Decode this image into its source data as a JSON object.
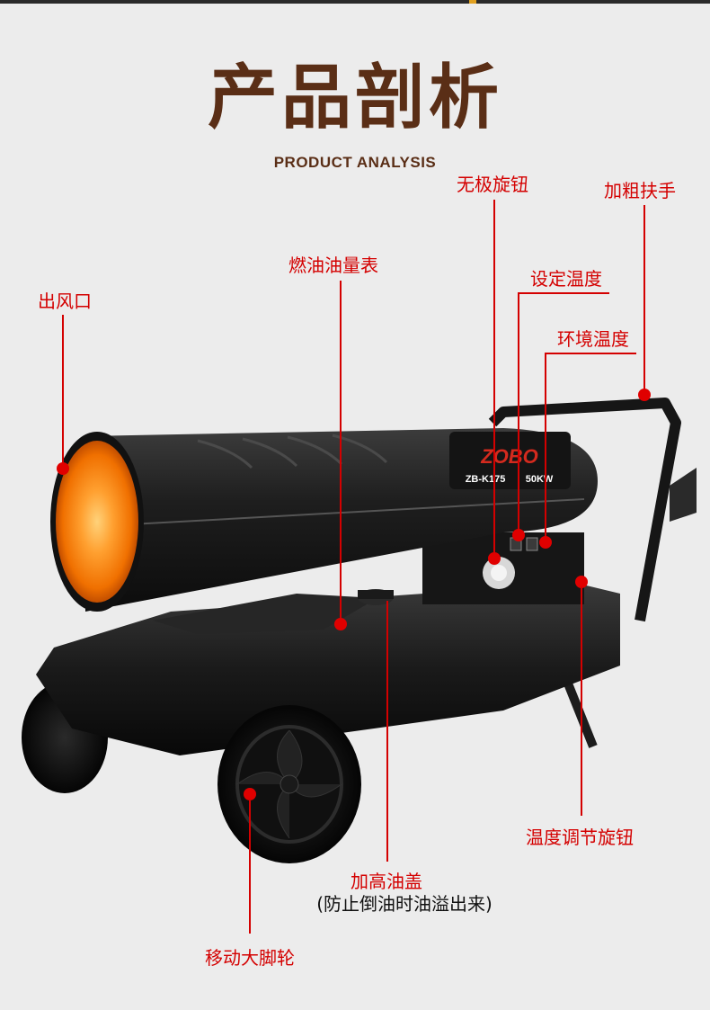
{
  "header": {
    "title": "产品剖析",
    "subtitle": "PRODUCT ANALYSIS"
  },
  "product": {
    "brand": "ZOBO",
    "model": "ZB-K175",
    "power": "50KW"
  },
  "callouts": {
    "air_outlet": "出风口",
    "fuel_gauge": "燃油油量表",
    "stepless_knob": "无极旋钮",
    "set_temperature": "设定温度",
    "ambient_temperature": "环境温度",
    "thick_handle": "加粗扶手",
    "temp_adjust_knob": "温度调节旋钮",
    "raised_fuel_cap": "加高油盖",
    "raised_fuel_cap_note": "(防止倒油时油溢出来)",
    "moving_wheels": "移动大脚轮"
  },
  "colors": {
    "accent": "#d40000",
    "title": "#5a2e16",
    "background": "#ececec"
  }
}
